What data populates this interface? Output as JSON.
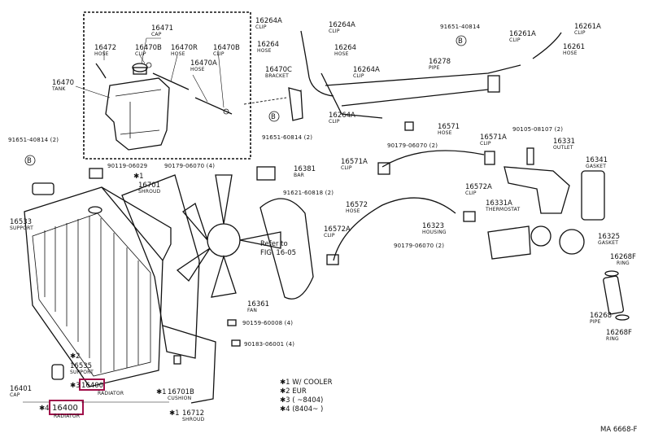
{
  "parts": {
    "p16471": {
      "num": "16471",
      "name": "CAP"
    },
    "p16472": {
      "num": "16472",
      "name": "HOSE"
    },
    "p16470B": {
      "num": "16470B",
      "name": "CLIP"
    },
    "p16470R": {
      "num": "16470R",
      "name": "HOSE"
    },
    "p16470B2": {
      "num": "16470B",
      "name": "CLIP"
    },
    "p16470A": {
      "num": "16470A",
      "name": "HOSE"
    },
    "p16470": {
      "num": "16470",
      "name": "TANK"
    },
    "p16470C": {
      "num": "16470C",
      "name": "BRACKET"
    },
    "p91651_60814": {
      "num": "91651-60814 (2)"
    },
    "p91651_40814_l": {
      "num": "91651-40814 (2)"
    },
    "p90119": {
      "num": "90119-06029"
    },
    "p90179a": {
      "num": "90179-06070 (4)"
    },
    "p16701": {
      "num": "16701",
      "name": "SHROUD"
    },
    "p16381": {
      "num": "16381",
      "name": "BAR"
    },
    "p91621": {
      "num": "91621-60818 (2)"
    },
    "p16533": {
      "num": "16533",
      "name": "SUPPORT"
    },
    "p16264A_1": {
      "num": "16264A",
      "name": "CLIP"
    },
    "p16264A_2": {
      "num": "16264A",
      "name": "CLIP"
    },
    "p16264": {
      "num": "16264",
      "name": "HOSE"
    },
    "p16264b": {
      "num": "16264",
      "name": "HOSE"
    },
    "p16264A_3": {
      "num": "16264A",
      "name": "CLIP"
    },
    "p16264A_4": {
      "num": "16264A",
      "name": "CLIP"
    },
    "p91651_40814_r": {
      "num": "91651-40814"
    },
    "p16278": {
      "num": "16278",
      "name": "PIPE"
    },
    "p16261A_1": {
      "num": "16261A",
      "name": "CLIP"
    },
    "p16261A_2": {
      "num": "16261A",
      "name": "CLIP"
    },
    "p16261": {
      "num": "16261",
      "name": "HOSE"
    },
    "p90179b": {
      "num": "90179-06070 (2)"
    },
    "p16571": {
      "num": "16571",
      "name": "HOSE"
    },
    "p16571A_1": {
      "num": "16571A",
      "name": "CLIP"
    },
    "p16571A_2": {
      "num": "16571A",
      "name": "CLIP"
    },
    "p90105": {
      "num": "90105-08107 (2)"
    },
    "p16331": {
      "num": "16331",
      "name": "OUTLET"
    },
    "p16341": {
      "num": "16341",
      "name": "GASKET"
    },
    "p16572A_1": {
      "num": "16572A",
      "name": "CLIP"
    },
    "p16572": {
      "num": "16572",
      "name": "HOSE"
    },
    "p16331A": {
      "num": "16331A",
      "name": "THERMOSTAT"
    },
    "p16323": {
      "num": "16323",
      "name": "HOUSING"
    },
    "p16572A_2": {
      "num": "16572A",
      "name": "CLIP"
    },
    "p90179c": {
      "num": "90179-06070 (2)"
    },
    "p16325": {
      "num": "16325",
      "name": "GASKET"
    },
    "p16268F_1": {
      "num": "16268F",
      "name": "RING"
    },
    "p16268": {
      "num": "16268",
      "name": "PIPE"
    },
    "p16268F_2": {
      "num": "16268F",
      "name": "RING"
    },
    "p16361": {
      "num": "16361",
      "name": "FAN"
    },
    "p90159": {
      "num": "90159-60008 (4)"
    },
    "p90183": {
      "num": "90183-06001 (4)"
    },
    "p16535": {
      "num": "16535",
      "name": "SUPPORT"
    },
    "p16401": {
      "num": "16401",
      "name": "CAP"
    },
    "p16400_r": {
      "num": "16400",
      "name": "RADIATOR"
    },
    "p16400_l": {
      "num": "16400",
      "name": "RADIATOR"
    },
    "p16701B": {
      "num": "16701B",
      "name": "CUSHION"
    },
    "p16712": {
      "num": "16712",
      "name": "SHROUD"
    }
  },
  "refer_note": {
    "line1": "Refer to",
    "line2": "FIG. 16-05"
  },
  "markers": {
    "m1": "✱1",
    "m2": "✱2",
    "m3": "✱3",
    "m4": "✱4",
    "b": "B"
  },
  "legend": {
    "l1": "✱1  W/ COOLER",
    "l2": "✱2  EUR",
    "l3": "✱3  (           ~8404)",
    "l4": "✱4  (8404~           )"
  },
  "footer_code": "MA  6668-F",
  "colors": {
    "highlight": "#a0104a",
    "ink": "#111111"
  }
}
